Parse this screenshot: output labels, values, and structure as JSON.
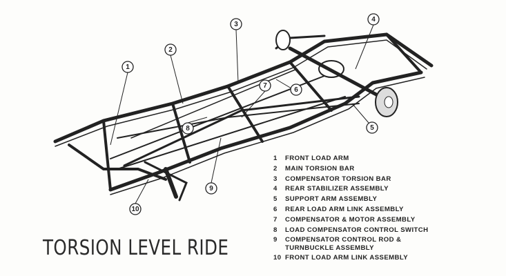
{
  "title": "TORSION LEVEL RIDE",
  "legend": [
    {
      "num": "1",
      "label": "FRONT LOAD ARM"
    },
    {
      "num": "2",
      "label": "MAIN TORSION BAR"
    },
    {
      "num": "3",
      "label": "COMPENSATOR TORSION BAR"
    },
    {
      "num": "4",
      "label": "REAR STABILIZER ASSEMBLY"
    },
    {
      "num": "5",
      "label": "SUPPORT ARM ASSEMBLY"
    },
    {
      "num": "6",
      "label": "REAR LOAD ARM LINK ASSEMBLY"
    },
    {
      "num": "7",
      "label": "COMPENSATOR & MOTOR ASSEMBLY"
    },
    {
      "num": "8",
      "label": "LOAD COMPENSATOR CONTROL SWITCH"
    },
    {
      "num": "9",
      "label": "COMPENSATOR CONTROL ROD &\nTURNBUCKLE ASSEMBLY"
    },
    {
      "num": "10",
      "label": "FRONT LOAD ARM LINK ASSEMBLY"
    }
  ],
  "callouts": [
    "1",
    "2",
    "3",
    "4",
    "5",
    "6",
    "7",
    "8",
    "9",
    "10"
  ]
}
